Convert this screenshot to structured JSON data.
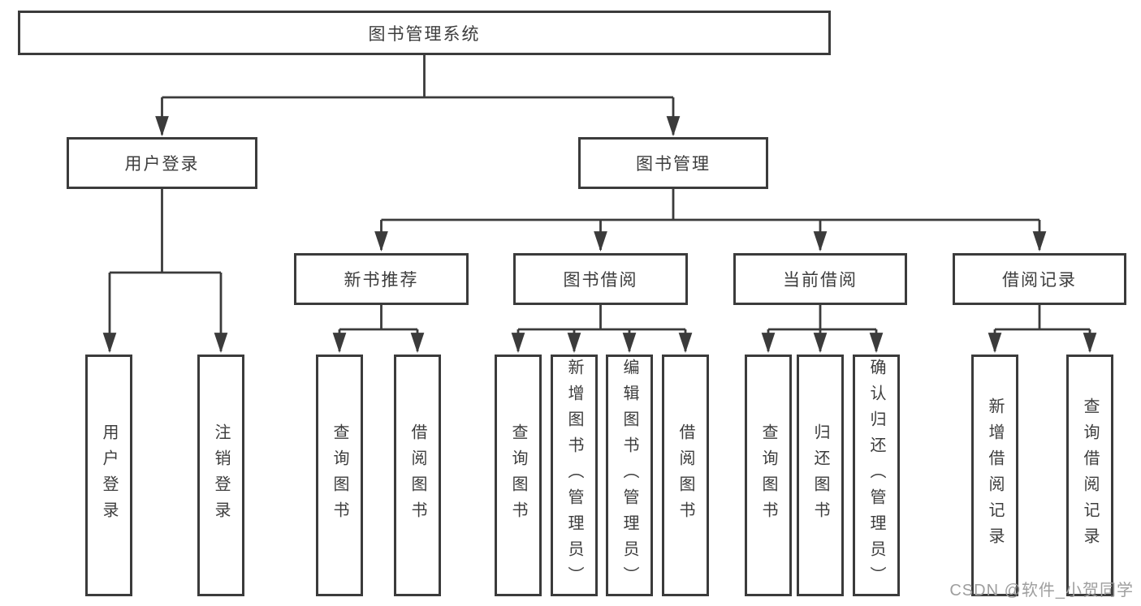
{
  "diagram": {
    "root": {
      "label": "图书管理系统"
    },
    "branches": [
      {
        "label": "用户登录",
        "children": [
          {
            "label": "用户登录"
          },
          {
            "label": "注销登录"
          }
        ]
      },
      {
        "label": "图书管理",
        "children": [
          {
            "label": "新书推荐",
            "children": [
              {
                "label": "查询图书"
              },
              {
                "label": "借阅图书"
              }
            ]
          },
          {
            "label": "图书借阅",
            "children": [
              {
                "label": "查询图书"
              },
              {
                "label": "新增图书（管理员）"
              },
              {
                "label": "编辑图书（管理员）"
              },
              {
                "label": "借阅图书"
              }
            ]
          },
          {
            "label": "当前借阅",
            "children": [
              {
                "label": "查询图书"
              },
              {
                "label": "归还图书"
              },
              {
                "label": "确认归还（管理员）"
              }
            ]
          },
          {
            "label": "借阅记录",
            "children": [
              {
                "label": "新增借阅记录"
              },
              {
                "label": "查询借阅记录"
              }
            ]
          }
        ]
      }
    ]
  },
  "watermark": {
    "text": "CSDN @软件_小贺同学"
  },
  "colors": {
    "line": "#3b3b3b",
    "text": "#3d3d3d",
    "background": "#ffffff",
    "watermark": "#9e9e9e"
  }
}
